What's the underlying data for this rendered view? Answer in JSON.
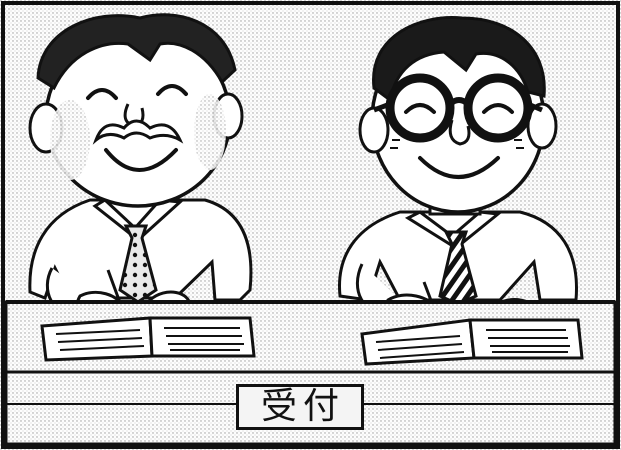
{
  "sign": {
    "text": "受付"
  },
  "colors": {
    "ink": "#111111",
    "paper": "#ffffff",
    "screentone": "#cfcfcf"
  },
  "figures": [
    {
      "name": "older-man-with-mustache",
      "description_icon": "mustache-icon"
    },
    {
      "name": "young-man-with-glasses",
      "description_icon": "glasses-icon"
    }
  ]
}
